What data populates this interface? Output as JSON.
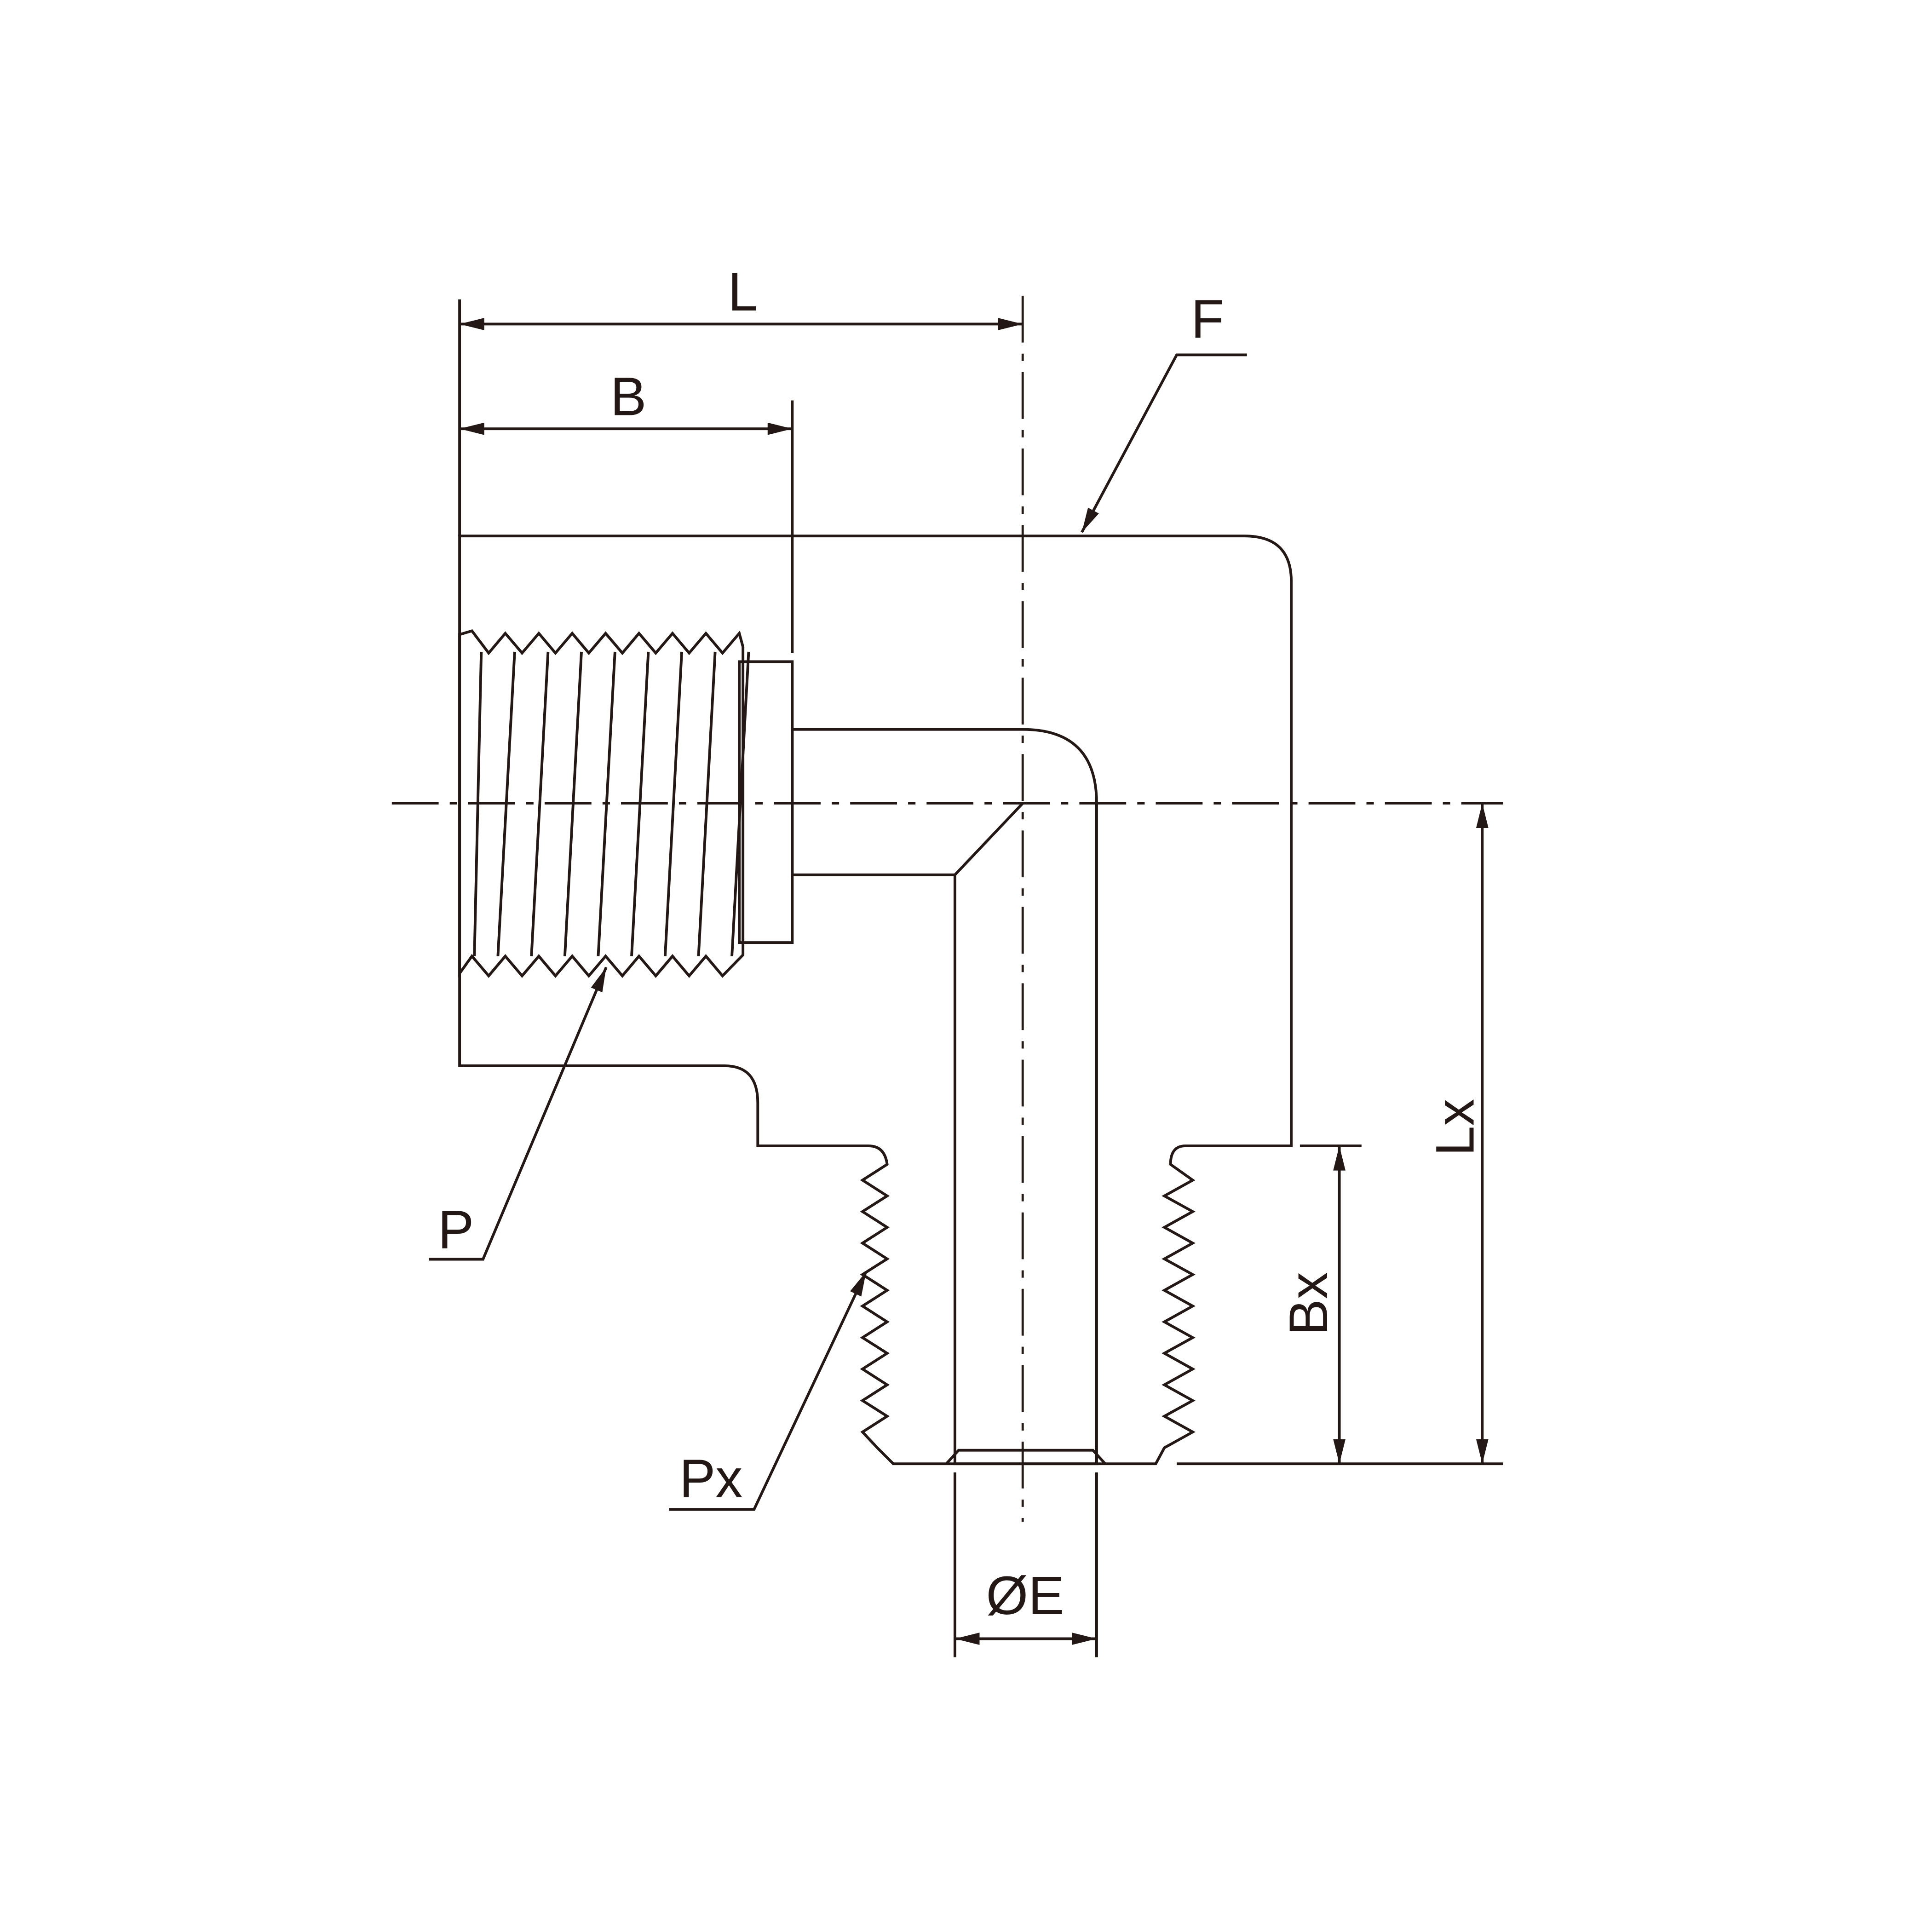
{
  "title": "Female to male 90° elbow dimension drawing",
  "labels": {
    "L": "L",
    "B": "B",
    "F": "F",
    "P": "P",
    "Px": "Px",
    "Lx": "Lx",
    "Bx": "Bx",
    "E": "ØE"
  },
  "colors": {
    "body": "#c9c9c9",
    "line": "#231815",
    "bore": "#ffffff"
  }
}
